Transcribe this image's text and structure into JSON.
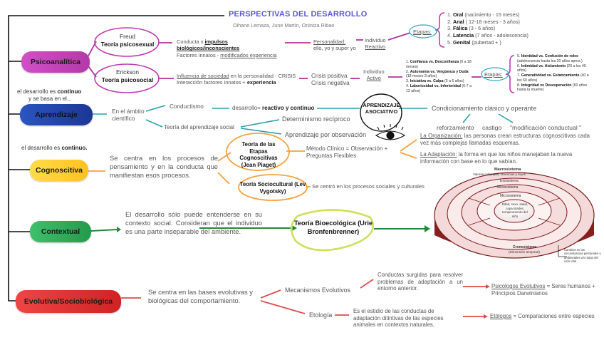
{
  "header": {
    "title": "PERSPECTIVAS DEL DESARROLLO",
    "authors": "Oihane Lemaza, June Martín, Onintza Ribao"
  },
  "categories": {
    "psico": "Psicoanalítica",
    "aprend": "Aprendizaje",
    "cogn": "Cognoscitiva",
    "context": "Contextual",
    "evol": "Evolutiva/Sociobiológica"
  },
  "notes": {
    "aprend_note_1": "el desarrollo es ",
    "aprend_note_bold": "continuo",
    "aprend_note_2": "y se basa en el...",
    "cogn_note_1": "el desarrollo es ",
    "cogn_note_bold": "continuo."
  },
  "psico": {
    "freud_1": "Freud",
    "freud_2": "Teoría psicosexual",
    "freud_desc_a": "Conducta x ",
    "freud_desc_b": "impulsos  biológicos/inconscientes",
    "freud_desc_c": "Factores innatos - ",
    "freud_desc_d": "modificados",
    "freud_desc_e": " experiencia",
    "personalidad_a": "Personalidad:",
    "personalidad_b": "ello, yo y super yo",
    "individuo_1": "Individuo",
    "reactivo": "Reactivo",
    "etapas": "Etapas:",
    "freud_stages": [
      {
        "n": "1.",
        "b": "Oral",
        "r": " (nacimiento - 15 meses)"
      },
      {
        "n": "2.",
        "b": "Anal",
        "r": " ( 12-18 meses -  3 años)"
      },
      {
        "n": "3.",
        "b": "Fálica",
        "r": " (3 - 6 años)"
      },
      {
        "n": "4.",
        "b": "Latencia",
        "r": " (7 años - adolescencia)"
      },
      {
        "n": "5.",
        "b": "Genital",
        "r": " (pubertad + )"
      }
    ],
    "erikson_1": "Erickson",
    "erikson_2": "Teoría psicosocial",
    "erikson_desc_a": "Influencia de sociedad",
    "erikson_desc_b": " en la personalidad - CRISIS",
    "erikson_desc_c": "Interacción factores innatos + ",
    "erikson_desc_d": "experiencia",
    "crisis_1": "Crisis positiva",
    "crisis_2": "Crisis negativa",
    "individuo_2": "Individuo",
    "activo": "Activo",
    "erikson_stages_left": [
      {
        "n": "1.",
        "b": "Confianza vs. Desconfianza",
        "r": " (0 a 18 meses)"
      },
      {
        "n": "2.",
        "b": "Autonomía vs. Vergüenza y Duda",
        "r": " (18 meses-3 años)"
      },
      {
        "n": "3.",
        "b": "Iniciativa vs. Culpa",
        "r": " (3 a 6 años)"
      },
      {
        "n": "4.",
        "b": "Laboriosidad vs. Inferioridad",
        "r": " (6-7 a 12 años)"
      }
    ],
    "erikson_stages_right": [
      {
        "n": "5.",
        "b": "Identidad vs. Confusión de roles",
        "r": " (adolescencia hasta los 20 años aprox.)"
      },
      {
        "n": "6.",
        "b": "Intimidad vs. Aislamiento",
        "r": " (20 a los 40 años)"
      },
      {
        "n": "7.",
        "b": "Generatividad vs. Estancamiento",
        "r": " (40 a los 60 años)"
      },
      {
        "n": "8.",
        "b": "Integridad vs Desesperación",
        "r": " (60 años hasta la muerte)"
      }
    ]
  },
  "aprend": {
    "ambito": "En el ámbito científico",
    "conductismo": "Conductismo",
    "desarrollo_a": "desarrollo= ",
    "desarrollo_b": "reactivo y continuo",
    "asociativo": "APRENDIZAJE ASOCIATIVO",
    "condicionamiento": "Condicionamiento clásico y operante",
    "determinismo": "Determinismo recíproco",
    "social": "Teoría del aprendizaje social",
    "observacion": "Aprendizaje por observación",
    "refuerzo": "reforzamiento",
    "castigo": "castigo",
    "modificacion": "\"modificación conductual \""
  },
  "cogn": {
    "desc": "Se centra en los procesos de pensamiento y en la conducta que manifiestan esos procesos.",
    "piaget": "Teoría de las Etapas Cognoscitivas (Jean Piaget)",
    "metodo": "Método Clínico = Observación + Preguntas Flexibles",
    "org_a": "La Organización:",
    "org_b": " las personas crean estructuras cognoscitivas cada vez más complejas llamadas esquemas.",
    "adap_a": "La Adaptación:",
    "adap_b": " la forma en que los niños manejaban la nueva información con base en lo que sabían.",
    "vygotsky": "Teoría Sociocultural (Lev Vygotsky)",
    "vyg_desc": "Se centró en los procesos sociales y culturales"
  },
  "context": {
    "desc": "El desarrollo sólo puede entenderse en su contexto social. Consideran que el individuo es una parte inseparable del ambiente.",
    "bronf": "Teoría Bioecológica (Urie Bronfenbrenner)"
  },
  "evol": {
    "desc": "Se centra en las bases evolutivas y biológicas del comportamiento.",
    "mecanismos": "Mecanismos Evolutivos",
    "mec_desc": "Conductas surgidas para resolver problemas de adaptación a un entorno anterior.",
    "psic_a": "Psicólogos Evolutivos",
    "psic_b": " = Seres humanos + Principios Darwinianos",
    "etologia": "Etología",
    "eto_desc": "Es el estidio de las conductas de adaptación ditintivas de las especies animales en contextos naturales.",
    "etologos_a": "Etólogos",
    "etologos_b": " = Comparaciones entre especies"
  },
  "eco_model": {
    "macro": "Macrosistema",
    "macro_sub": "Valores culturales, creencias y leyes",
    "exo": "Exosistema",
    "meso": "Mesosistema",
    "micro": "Microsistema",
    "child": "Edad, sexo, salud, capacidades, temperamento del niño",
    "chrono": "Cronosistema",
    "chrono_sub": "(Dimensión temporal)",
    "side_note": "Cambios en las circunstancias personales o ambientales a lo largo del ciclo vital"
  },
  "colors": {
    "psico": "#c13ab4",
    "aprend": "#1e3fa8",
    "cogn": "#ffd23a",
    "context": "#2fae5a",
    "evol": "#e32a2a",
    "title": "#5a54d8"
  }
}
